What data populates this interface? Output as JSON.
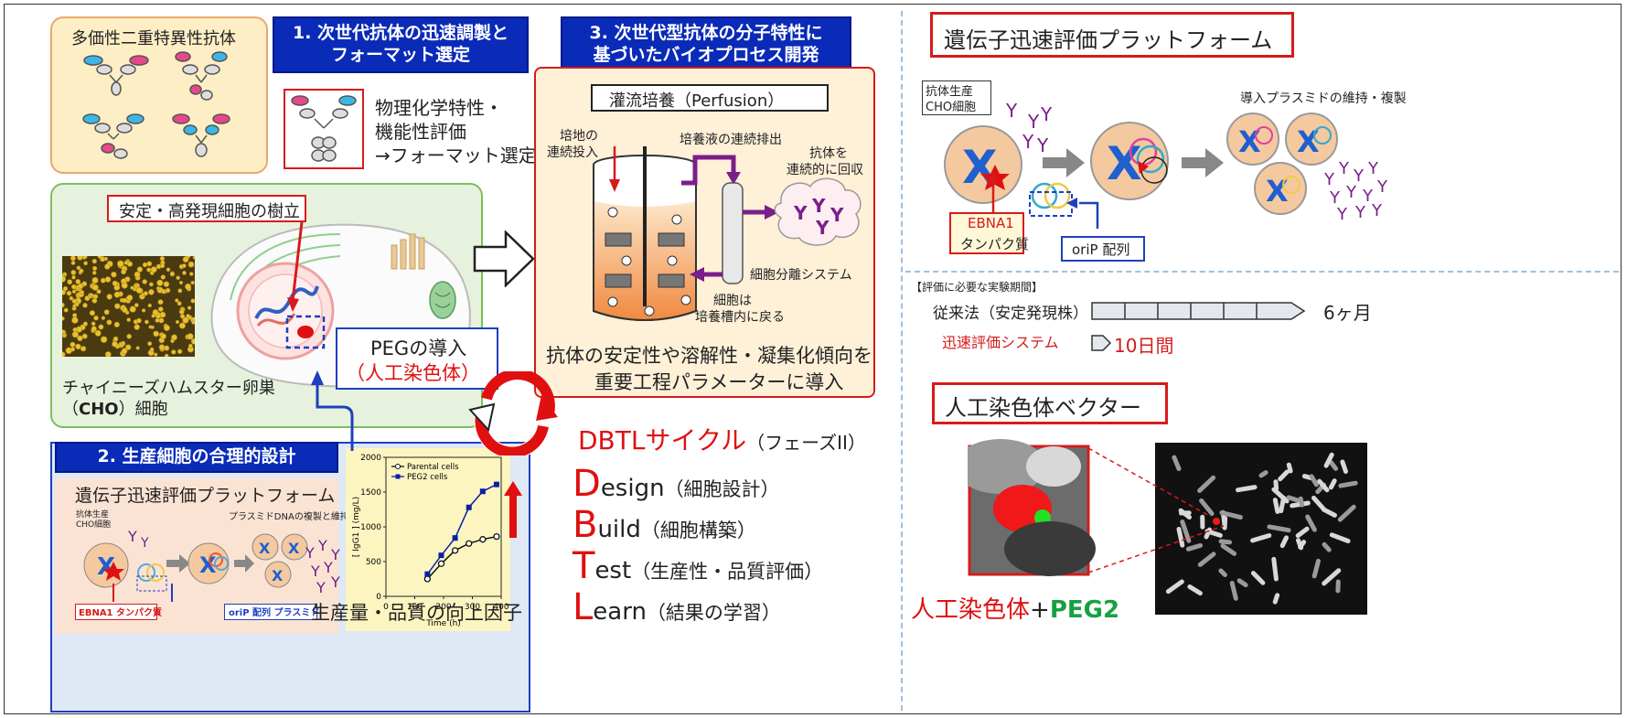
{
  "left": {
    "multivalent_title": "多価性二重特異性抗体",
    "step1_header": [
      "1. 次世代抗体の迅速調製と",
      "フォーマット選定"
    ],
    "step1_text": [
      "物理化学特性・",
      "機能性評価",
      "→フォーマット選定"
    ],
    "stable_cells": "安定・高発現細胞の樹立",
    "cho_label_1": "チャイニーズハムスター卵巣",
    "cho_label_2_pre": "（",
    "cho_label_2_bold": "CHO",
    "cho_label_2_post": "）細胞",
    "peg_intro": "PEGの導入",
    "peg_artificial": "（人工染色体）",
    "step2_header": "2. 生産細胞の合理的設計",
    "platform_title": "遺伝子迅速評価プラットフォーム",
    "mini_cho": [
      "抗体生産",
      "CHO細胞"
    ],
    "mini_plasmid": "プラスミドDNAの複製と維持",
    "mini_ebna": "EBNA1 タンパク質",
    "mini_orip": "oriP 配列 プラスミド",
    "improve_factor": "生産量・品質の向上因子"
  },
  "chart_data": {
    "type": "line",
    "x": [
      144,
      192,
      240,
      288,
      336,
      384
    ],
    "series": [
      {
        "name": "Parental cells",
        "values": [
          250,
          470,
          660,
          760,
          820,
          860
        ],
        "marker": "open-circle",
        "color": "#111111"
      },
      {
        "name": "PEG2 cells",
        "values": [
          320,
          590,
          840,
          1280,
          1510,
          1610
        ],
        "marker": "filled-square",
        "color": "#0b1fa8"
      }
    ],
    "xlabel": "Time (h)",
    "ylabel": "[ IgG1 ] (mg/L)",
    "xlim": [
      0,
      400
    ],
    "ylim": [
      0,
      2000
    ],
    "xticks": [
      "0",
      "100",
      "200",
      "300",
      "400"
    ],
    "yticks": [
      "0",
      "500",
      "1000",
      "1500",
      "2000"
    ],
    "legend_position": "top-left",
    "background": "#fdf5c0"
  },
  "middle": {
    "step3_header": [
      "3. 次世代型抗体の分子特性に",
      "基づいたバイオプロセス開発"
    ],
    "perfusion": "灌流培養（Perfusion）",
    "medium_in": [
      "培地の",
      "連続投入"
    ],
    "discharge": "培養液の連続排出",
    "collect": [
      "抗体を",
      "連続的に回収"
    ],
    "separation": "細胞分離システム",
    "return": [
      "細胞は",
      "培養槽内に戻る"
    ],
    "bottom_text": [
      "抗体の安定性や溶解性・凝集化傾向を",
      "重要工程パラメーターに導入"
    ],
    "dbtl_title": "DBTLサイクル",
    "dbtl_phase": "（フェーズII）",
    "dbtl": [
      {
        "letter": "D",
        "rest": "esign",
        "jp": "（細胞設計）"
      },
      {
        "letter": "B",
        "rest": "uild",
        "jp": "（細胞構築）"
      },
      {
        "letter": "T",
        "rest": "est",
        "jp": "（生産性・品質評価）"
      },
      {
        "letter": "L",
        "rest": "earn",
        "jp": "（結果の学習）"
      }
    ]
  },
  "right": {
    "platform_title": "遺伝子迅速評価プラットフォーム",
    "cho": [
      "抗体生産",
      "CHO細胞"
    ],
    "plasmid_maintain": "導入プラスミドの維持・複製",
    "ebna": [
      "EBNA1",
      "タンパク質"
    ],
    "orip": "oriP 配列",
    "period_title": "【評価に必要な実験期間】",
    "conventional": "従来法（安定発現株）",
    "conventional_time": "6ヶ月",
    "rapid": "迅速評価システム",
    "rapid_time": "10日間",
    "vector_title": "人工染色体ベクター",
    "bottom_red": "人工染色体",
    "bottom_plus": "+",
    "bottom_green": "PEG2"
  },
  "colors": {
    "blue_header": "#0a2ab8",
    "red": "#d61b1b",
    "green_panel": "#e6f2dd",
    "orange_panel": "#fff0d8",
    "purple": "#6a1f8a"
  }
}
